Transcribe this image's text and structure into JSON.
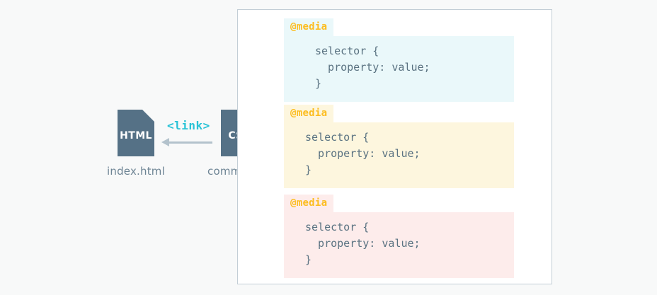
{
  "diagram": {
    "files": [
      {
        "id": "html",
        "icon_name": "html-file-icon",
        "ext": "HTML",
        "label": "index.html"
      },
      {
        "id": "css",
        "icon_name": "css-file-icon",
        "ext": "CSS",
        "label": "common.css"
      }
    ],
    "relation": {
      "label": "<link>",
      "direction": "right-to-left"
    },
    "panel": {
      "blocks": [
        {
          "tag": "@media",
          "code": "selector {\n  property: value;\n}",
          "tint": "#eaf8fa"
        },
        {
          "tag": "@media",
          "code": "selector {\n  property: value;\n}",
          "tint": "#fdf6de"
        },
        {
          "tag": "@media",
          "code": "selector {\n  property: value;\n}",
          "tint": "#fdeceb"
        }
      ]
    }
  },
  "colors": {
    "page_background": "#f8f9f9",
    "file_icon": "#557186",
    "file_label_text": "#6d8494",
    "link_accent": "#29c3d6",
    "arrow": "#b3c2cc",
    "media_tag_text": "#fcbd21",
    "code_text": "#5b7382",
    "panel_border": "#c3ced6"
  }
}
